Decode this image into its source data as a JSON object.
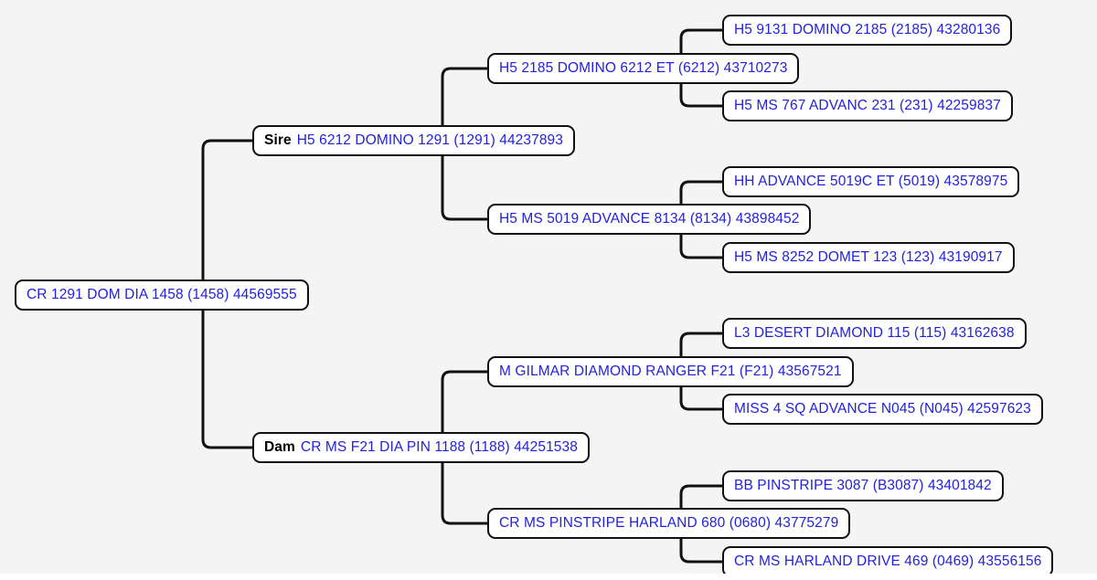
{
  "diagram": {
    "type": "pedigree-tree",
    "orientation": "left-to-right",
    "generations": 4,
    "colors": {
      "background": "#f4f4f4",
      "node_fill": "#ffffff",
      "node_border": "#111111",
      "text": "#2222dd",
      "role_text": "#000000",
      "connector": "#111111"
    }
  },
  "nodes": {
    "root": {
      "role": "",
      "label": "CR 1291 DOM DIA 1458 (1458) 44569555"
    },
    "sire": {
      "role": "Sire",
      "label": "H5 6212 DOMINO 1291 (1291) 44237893"
    },
    "dam": {
      "role": "Dam",
      "label": "CR MS F21 DIA PIN 1188 (1188) 44251538"
    },
    "sire_sire": {
      "role": "",
      "label": "H5 2185 DOMINO 6212 ET (6212) 43710273"
    },
    "sire_dam": {
      "role": "",
      "label": "H5 MS 5019 ADVANCE 8134 (8134) 43898452"
    },
    "dam_sire": {
      "role": "",
      "label": "M GILMAR DIAMOND RANGER F21 (F21) 43567521"
    },
    "dam_dam": {
      "role": "",
      "label": "CR MS PINSTRIPE HARLAND 680 (0680) 43775279"
    },
    "sire_sire_sire": {
      "role": "",
      "label": "H5 9131 DOMINO 2185 (2185) 43280136"
    },
    "sire_sire_dam": {
      "role": "",
      "label": "H5 MS 767 ADVANC 231 (231) 42259837"
    },
    "sire_dam_sire": {
      "role": "",
      "label": "HH ADVANCE 5019C ET (5019) 43578975"
    },
    "sire_dam_dam": {
      "role": "",
      "label": "H5 MS 8252 DOMET 123 (123) 43190917"
    },
    "dam_sire_sire": {
      "role": "",
      "label": "L3 DESERT DIAMOND 115 (115) 43162638"
    },
    "dam_sire_dam": {
      "role": "",
      "label": "MISS 4 SQ ADVANCE N045 (N045) 42597623"
    },
    "dam_dam_sire": {
      "role": "",
      "label": "BB PINSTRIPE 3087 (B3087) 43401842"
    },
    "dam_dam_dam": {
      "role": "",
      "label": "CR MS HARLAND DRIVE 469 (0469) 43556156"
    }
  }
}
